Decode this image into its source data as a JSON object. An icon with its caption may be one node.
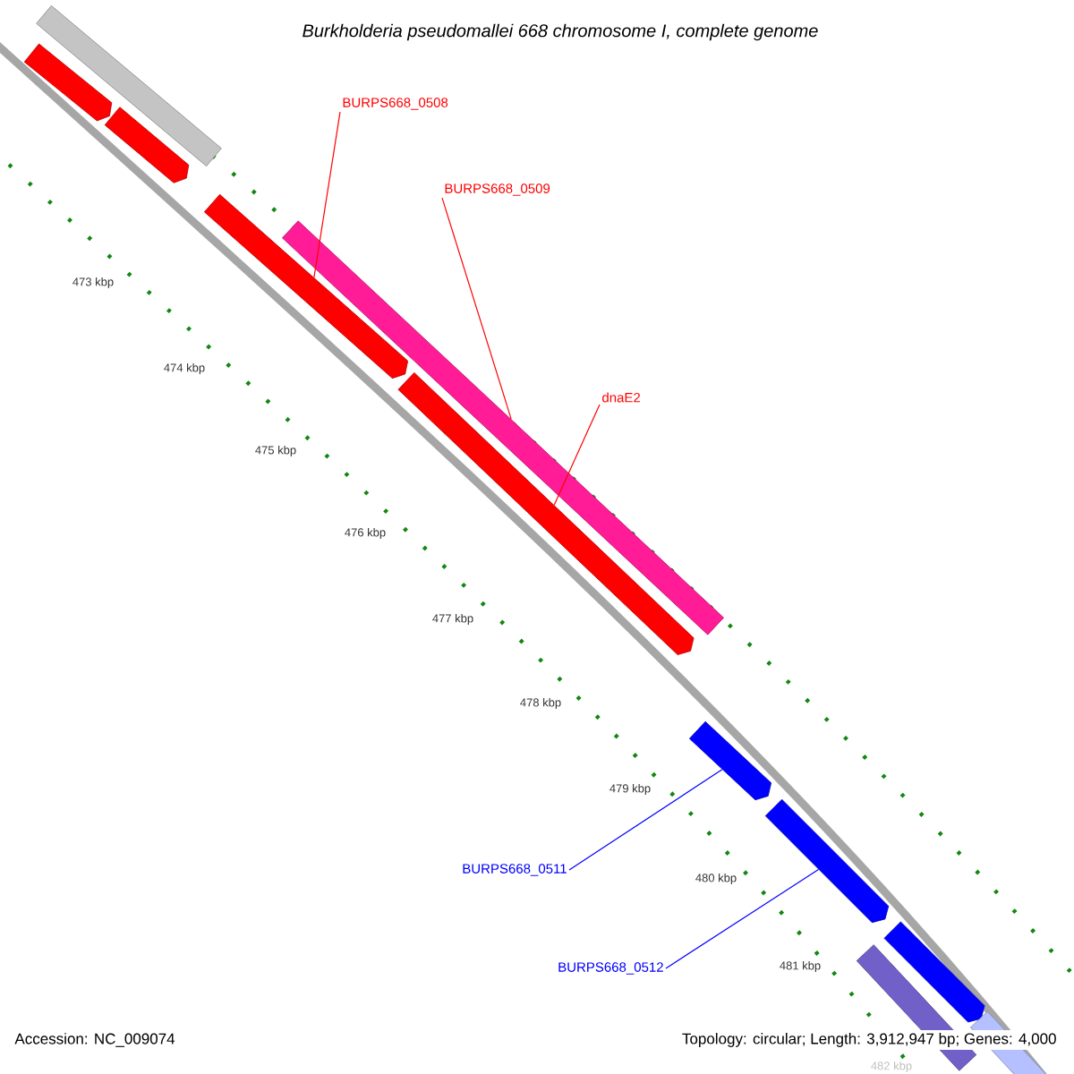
{
  "diagram": {
    "title": "Burkholderia pseudomallei 668 chromosome I, complete genome",
    "nodes": [
      {
        "text": [
          "BURPS668_0508"
        ]
      },
      {
        "text": [
          "BURPS668_0509"
        ]
      },
      {
        "text": [
          "dnaE2"
        ]
      },
      {
        "text": [
          "BURPS668_0511"
        ]
      },
      {
        "text": [
          "BURPS668_0512"
        ]
      },
      {
        "text": [],
        "shape": "bar"
      },
      {
        "text": [],
        "shape": "arrow"
      },
      {
        "text": [],
        "shape": "arrow"
      },
      {
        "text": [],
        "shape": "arrow"
      },
      {
        "text": [],
        "shape": "bar"
      },
      {
        "text": [],
        "shape": "arrow"
      },
      {
        "text": [],
        "shape": "arrow"
      },
      {
        "text": [],
        "shape": "arrow"
      },
      {
        "text": [],
        "shape": "bar"
      },
      {
        "text": [],
        "shape": "arrow"
      },
      {
        "text": [],
        "shape": "bar"
      }
    ],
    "edges": [
      {
        "from": 0,
        "to": 8,
        "arrow": "none"
      },
      {
        "from": 1,
        "to": 9,
        "arrow": "none"
      },
      {
        "from": 2,
        "to": 10,
        "arrow": "none"
      },
      {
        "from": 3,
        "to": 11,
        "arrow": "none",
        "color": "#0000ff"
      },
      {
        "from": 4,
        "to": 12,
        "arrow": "none",
        "color": "#0000ff"
      }
    ],
    "labels": [
      "473 kbp",
      "474 kbp",
      "475 kbp",
      "476 kbp",
      "477 kbp",
      "478 kbp",
      "479 kbp",
      "480 kbp",
      "481 kbp",
      "482 kbp",
      "Accession: NC_009074",
      "Topology: circular; Length: 3,912,947 bp; Genes: 4,000"
    ]
  }
}
